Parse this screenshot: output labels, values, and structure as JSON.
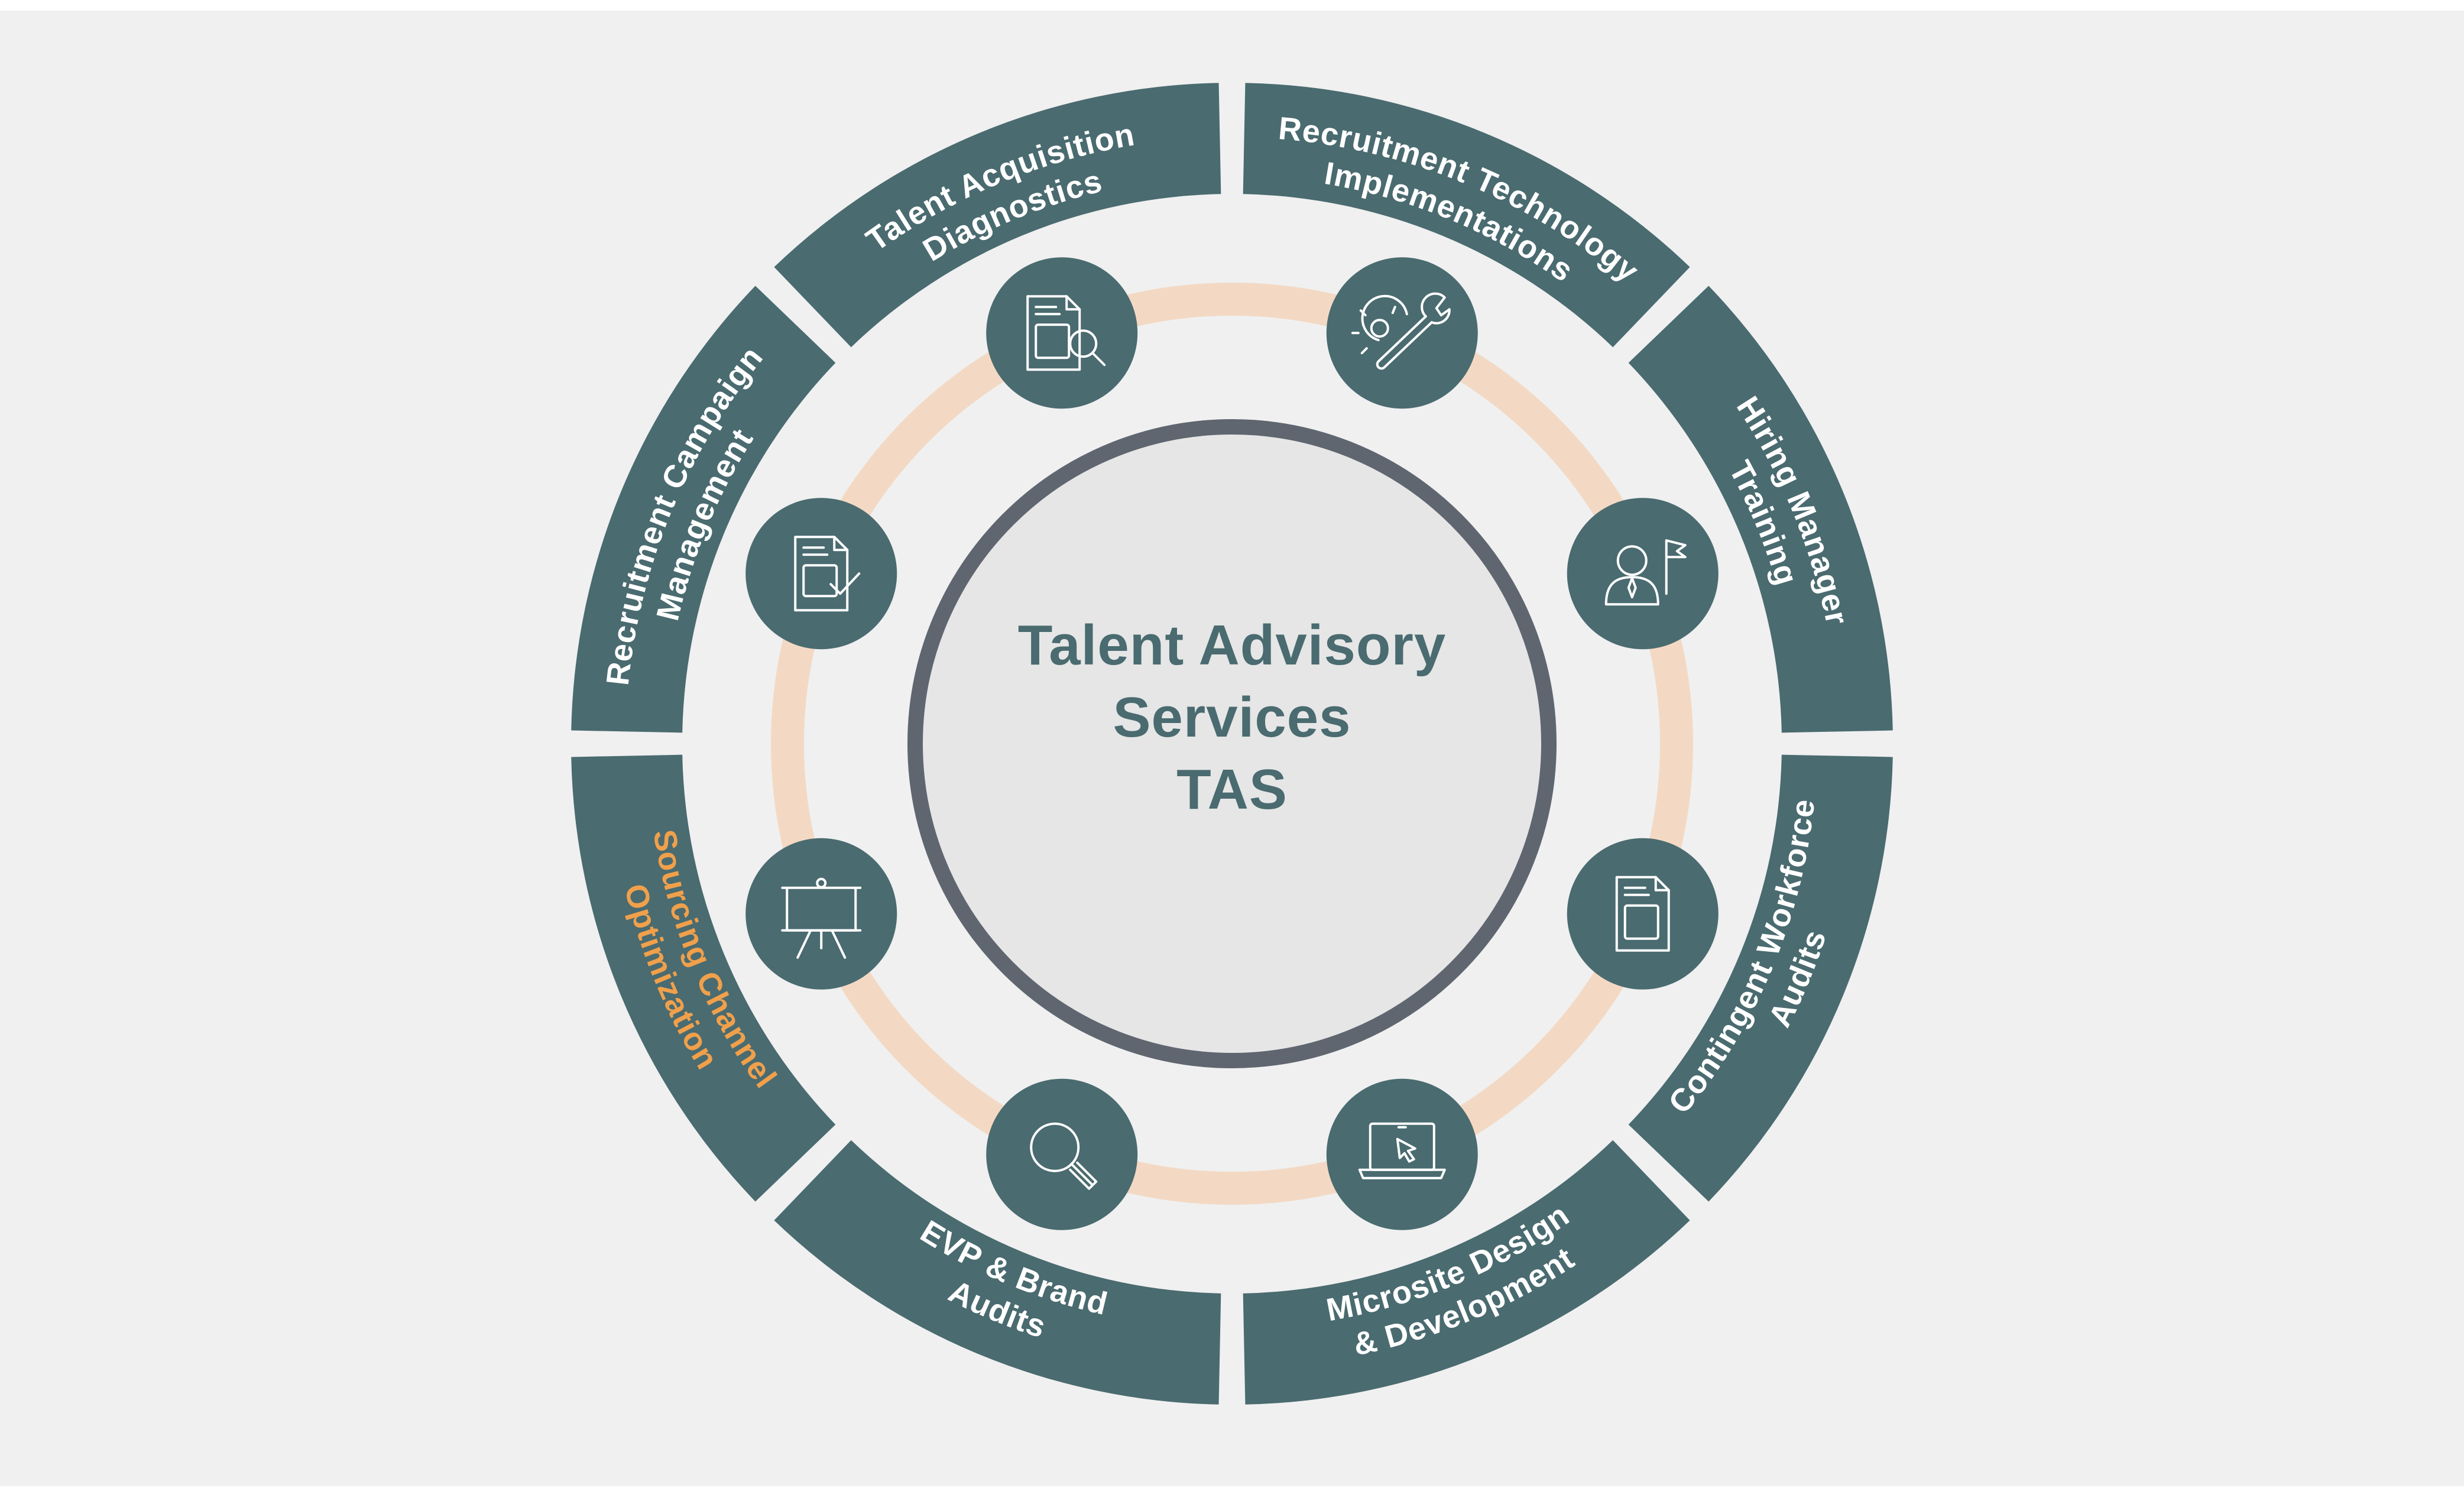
{
  "center": {
    "title_lines": [
      "Talent Advisory",
      "Services",
      "TAS"
    ]
  },
  "segments": [
    {
      "lines": [
        "Recruitment Technology",
        "Implementations"
      ],
      "icon": "gear-wrench-icon",
      "highlight": false
    },
    {
      "lines": [
        "Hiring Manager",
        "Training"
      ],
      "icon": "manager-flag-icon",
      "highlight": false
    },
    {
      "lines": [
        "Contingent Workforce",
        "Audits"
      ],
      "icon": "document-icon",
      "highlight": false
    },
    {
      "lines": [
        "Microsite Design",
        "& Development"
      ],
      "icon": "laptop-cursor-icon",
      "highlight": false
    },
    {
      "lines": [
        "EVP & Brand",
        "Audits"
      ],
      "icon": "magnifier-icon",
      "highlight": false
    },
    {
      "lines": [
        "Sourcing Channel",
        "Optimization"
      ],
      "icon": "presentation-board-icon",
      "highlight": true
    },
    {
      "lines": [
        "Recruitment Campaign",
        "Management"
      ],
      "icon": "document-check-icon",
      "highlight": false
    },
    {
      "lines": [
        "Talent Acquisition",
        "Diagnostics"
      ],
      "icon": "document-search-icon",
      "highlight": false
    }
  ],
  "colors": {
    "background": "#f0f0f0",
    "teal": "#4a6b70",
    "peach": "#f3d9c4",
    "center_fill": "#e6e6e6",
    "center_ring": "#5f6670",
    "label_text": "#ffffff",
    "highlight_text": "#f0a04b"
  }
}
